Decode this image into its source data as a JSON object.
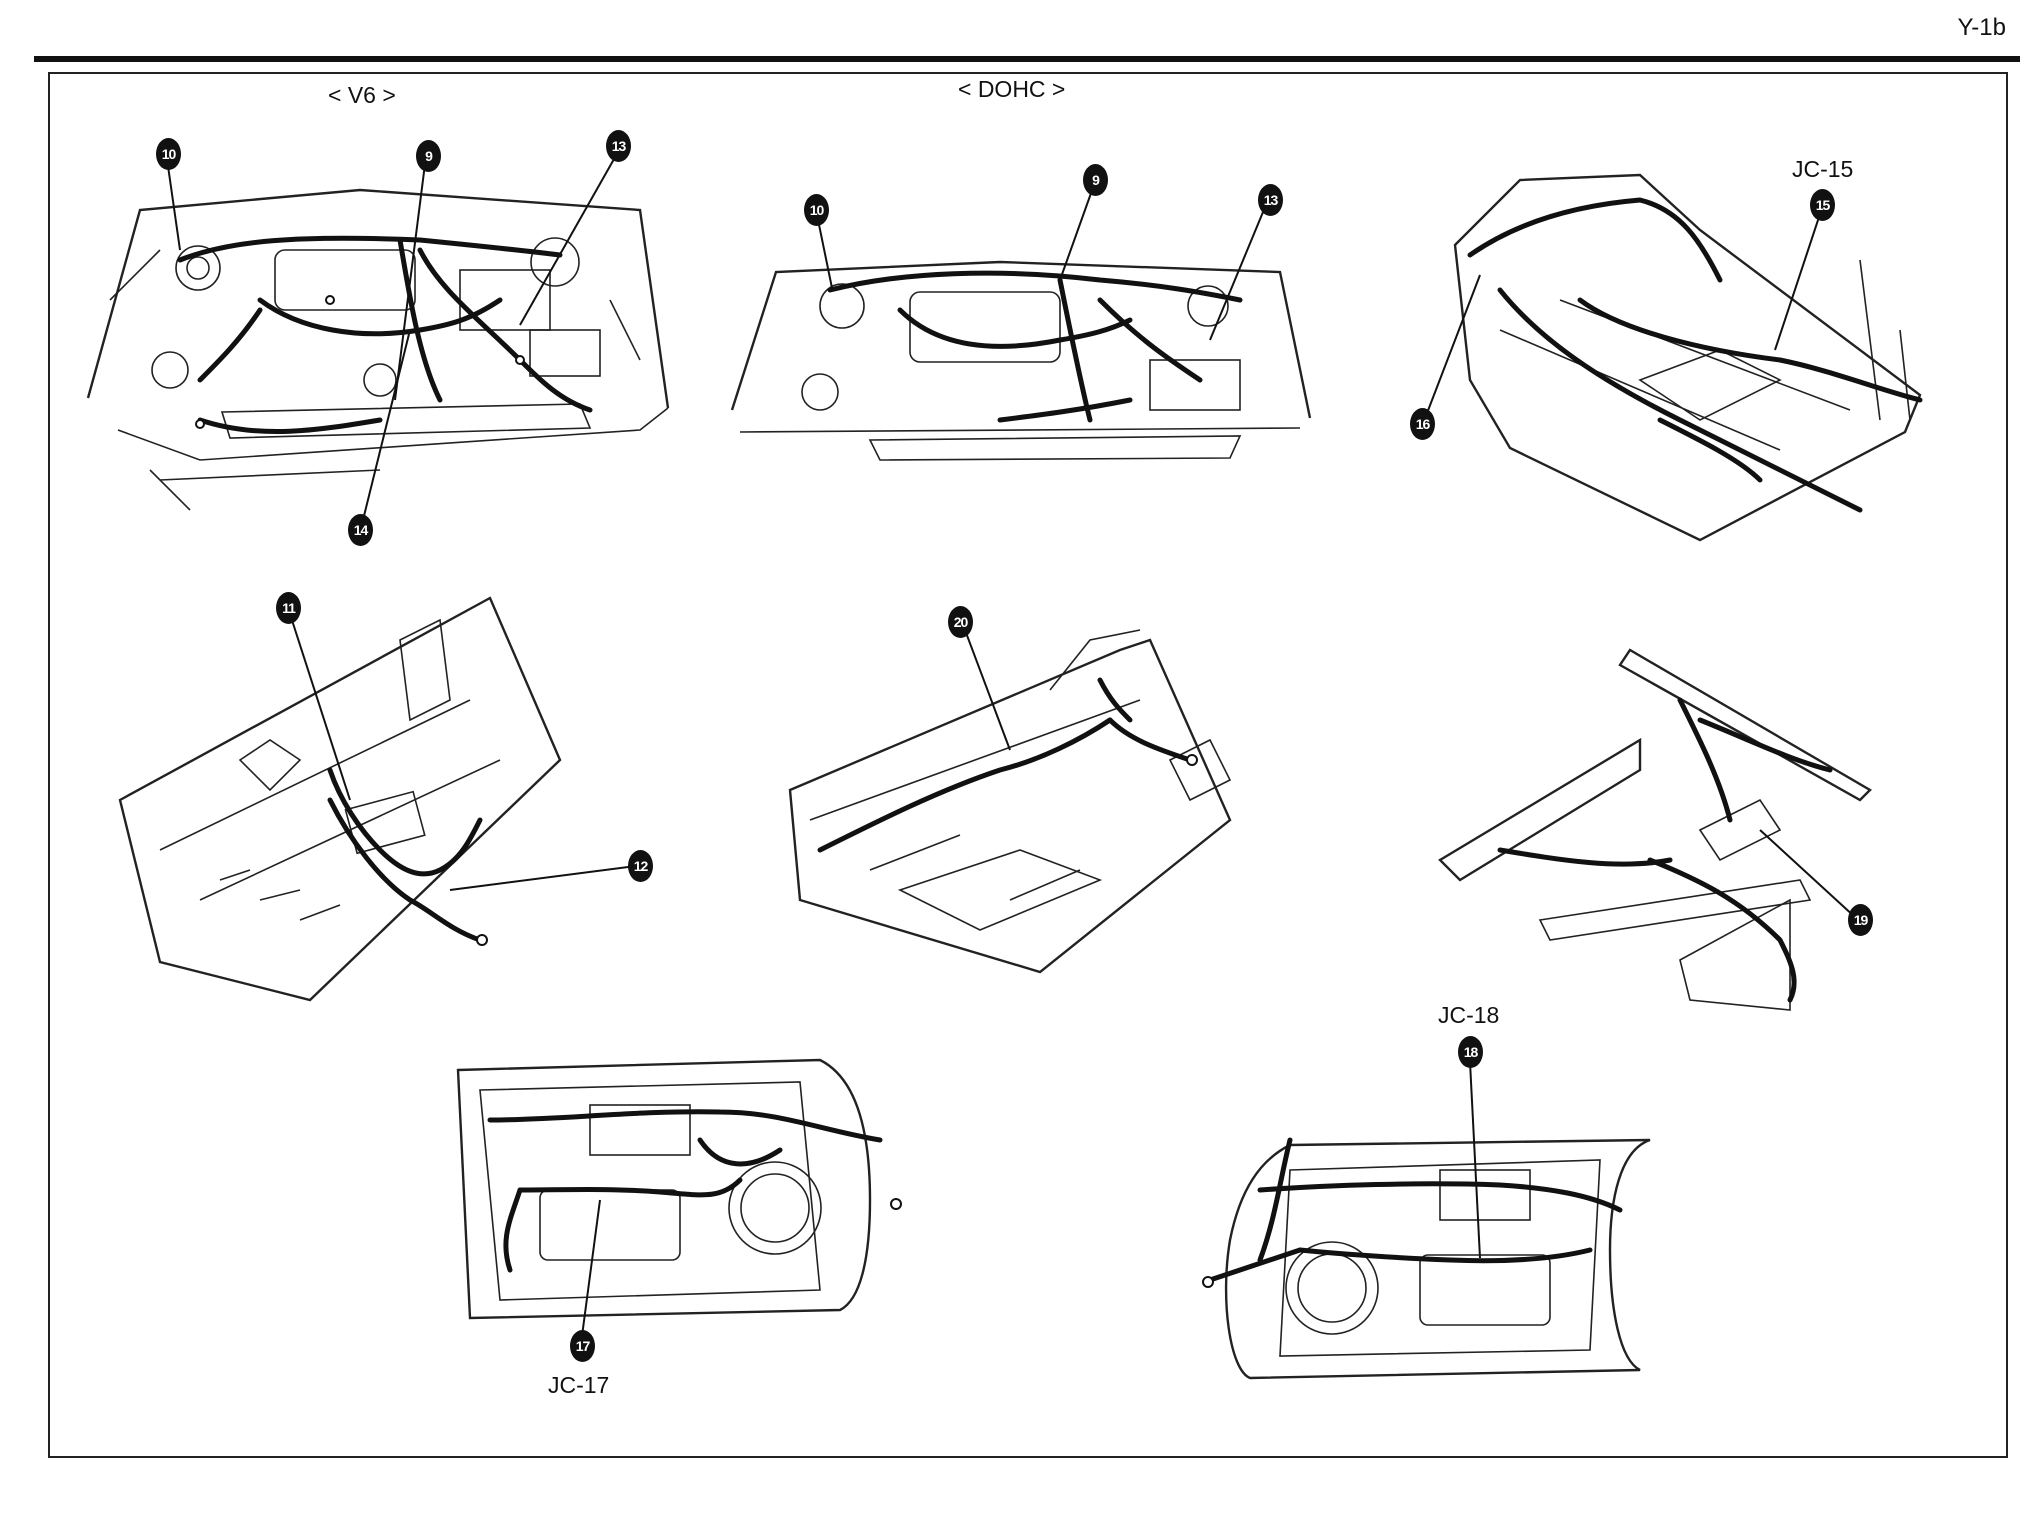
{
  "page": {
    "id": "Y-1b"
  },
  "labels": {
    "v6": "< V6 >",
    "dohc": "< DOHC >",
    "jc15": "JC-15",
    "jc17": "JC-17",
    "jc18": "JC-18"
  },
  "callouts": {
    "c9a": "9",
    "c10a": "10",
    "c13a": "13",
    "c14": "14",
    "c9b": "9",
    "c10b": "10",
    "c13b": "13",
    "c15": "15",
    "c16": "16",
    "c11": "11",
    "c12": "12",
    "c20": "20",
    "c19": "19",
    "c17": "17",
    "c18": "18"
  }
}
